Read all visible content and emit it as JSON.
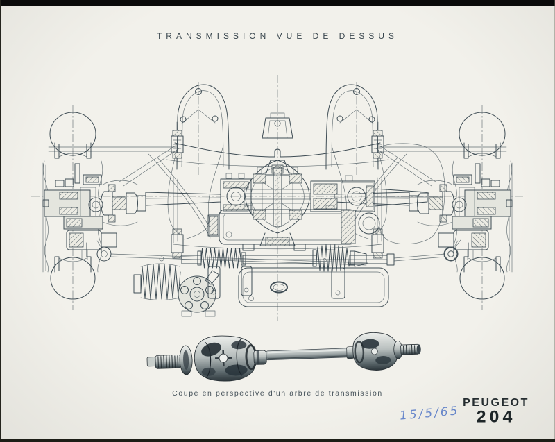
{
  "photo": {
    "title": "TRANSMISSION VUE DE DESSUS",
    "caption": "Coupe en perspective d'un arbre de transmission",
    "handwritten_note": "15/5/65",
    "brand": {
      "name": "PEUGEOT",
      "model": "204"
    },
    "colors": {
      "paper": "#f2f1eb",
      "drawing_ink": "#3f4d55",
      "text_ink": "#39464e",
      "handwriting_blue": "#5b7ecb",
      "border_black": "#0a0a0a"
    }
  }
}
